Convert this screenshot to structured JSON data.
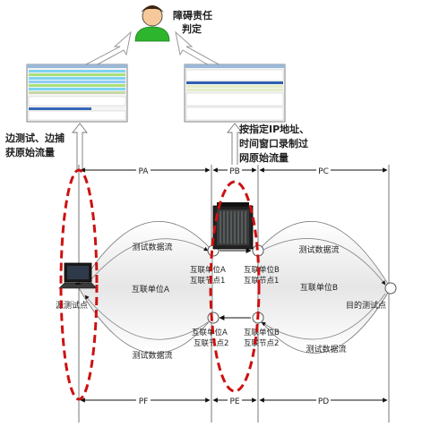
{
  "header": {
    "title_line1": "障碍责任",
    "title_line2": "判定"
  },
  "left_caption": {
    "line1": "边测试、边捕",
    "line2": "获原始流量"
  },
  "right_caption": {
    "line1": "按指定IP地址、",
    "line2": "时间窗口录制过",
    "line3": "网原始流量"
  },
  "segments": {
    "top": [
      "PA",
      "PB",
      "PC"
    ],
    "bottom": [
      "PF",
      "PE",
      "PD"
    ]
  },
  "flows": {
    "left_upper": "测试数据流",
    "left_lower": "测试数据流",
    "right_upper": "测试数据流",
    "right_lower": "测试数据流"
  },
  "units": {
    "unit_a": "互联单位A",
    "unit_b": "互联单位B"
  },
  "nodes": {
    "a1_line1": "互联单位A",
    "a1_line2": "互联节点1",
    "b1_line1": "互联单位B",
    "b1_line2": "互联节点1",
    "a2_line1": "互联单位A",
    "a2_line2": "互联节点2",
    "b2_line1": "互联单位B",
    "b2_line2": "互联节点2"
  },
  "endpoints": {
    "source": "源测试点",
    "destination": "目的测试点"
  },
  "colors": {
    "ellipse_red": "#cc1111",
    "person_green": "#2db52d",
    "arrow_grey": "#bfbfbf"
  }
}
